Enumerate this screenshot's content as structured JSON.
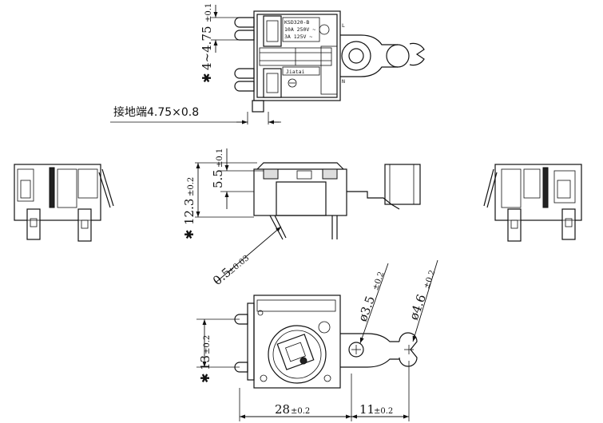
{
  "product": {
    "model": "KSD320-B",
    "rating_1": "10A 250V ~",
    "rating_2": "3A 125V ~",
    "brand": "Jiatai",
    "terminal_l": "L",
    "terminal_n": "N"
  },
  "dimensions": {
    "terminal_width": {
      "star": "✱",
      "value": "4~4.75",
      "tol": "±0.1"
    },
    "ground_terminal": {
      "label": "接地端4.75×0.8"
    },
    "height_overall": {
      "star": "✱",
      "value": "12.3",
      "tol": "±0.2"
    },
    "height_partial": {
      "value": "5.5",
      "tol": "±0.1"
    },
    "wire_dia": {
      "value": "0.5",
      "tol": "±0.03"
    },
    "hole_small": {
      "value": "ø3.5",
      "tol": "±0.2"
    },
    "hole_large": {
      "value": "ø4.6",
      "tol": "±0.2"
    },
    "height_bottom": {
      "star": "✱",
      "value": "13",
      "tol": "±0.2"
    },
    "width_28": {
      "value": "28",
      "tol": "±0.2"
    },
    "width_11": {
      "value": "11",
      "tol": "±0.2"
    }
  }
}
